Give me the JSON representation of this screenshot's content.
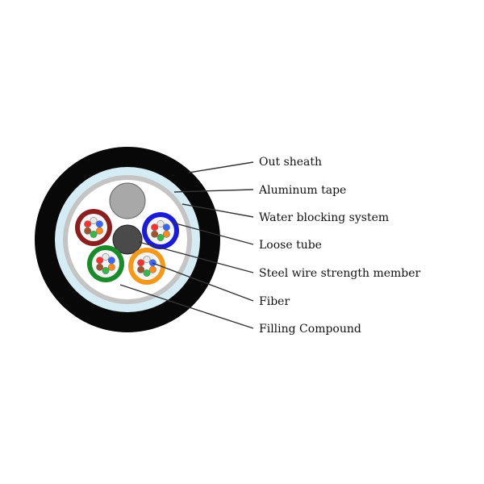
{
  "labels": {
    "out_sheath": "Out sheath",
    "aluminum_tape": "Aluminum tape",
    "water_blocking": "Water blocking system",
    "loose_tube": "Loose tube",
    "steel_wire": "Steel wire strength member",
    "fiber": "Fiber",
    "filling_compound": "Filling Compound"
  },
  "colors": {
    "sheath": "#080808",
    "aluminum_tape": "#d6ecf4",
    "water_blocking": "#c4c4c4",
    "core_fill": "#ffffff",
    "steel_wire": "#4a4a4a",
    "filler_rod": "#a8a8a8",
    "tube_red": "#8a1f1f",
    "tube_blue": "#1b1bd6",
    "tube_green": "#1a8a2a",
    "tube_orange": "#f39a1e",
    "leader_line": "#333333"
  },
  "fiber_colors": [
    "#e8e8e8",
    "#3a66ff",
    "#ff8a1e",
    "#34b84a",
    "#a0522d",
    "#ff3030"
  ]
}
